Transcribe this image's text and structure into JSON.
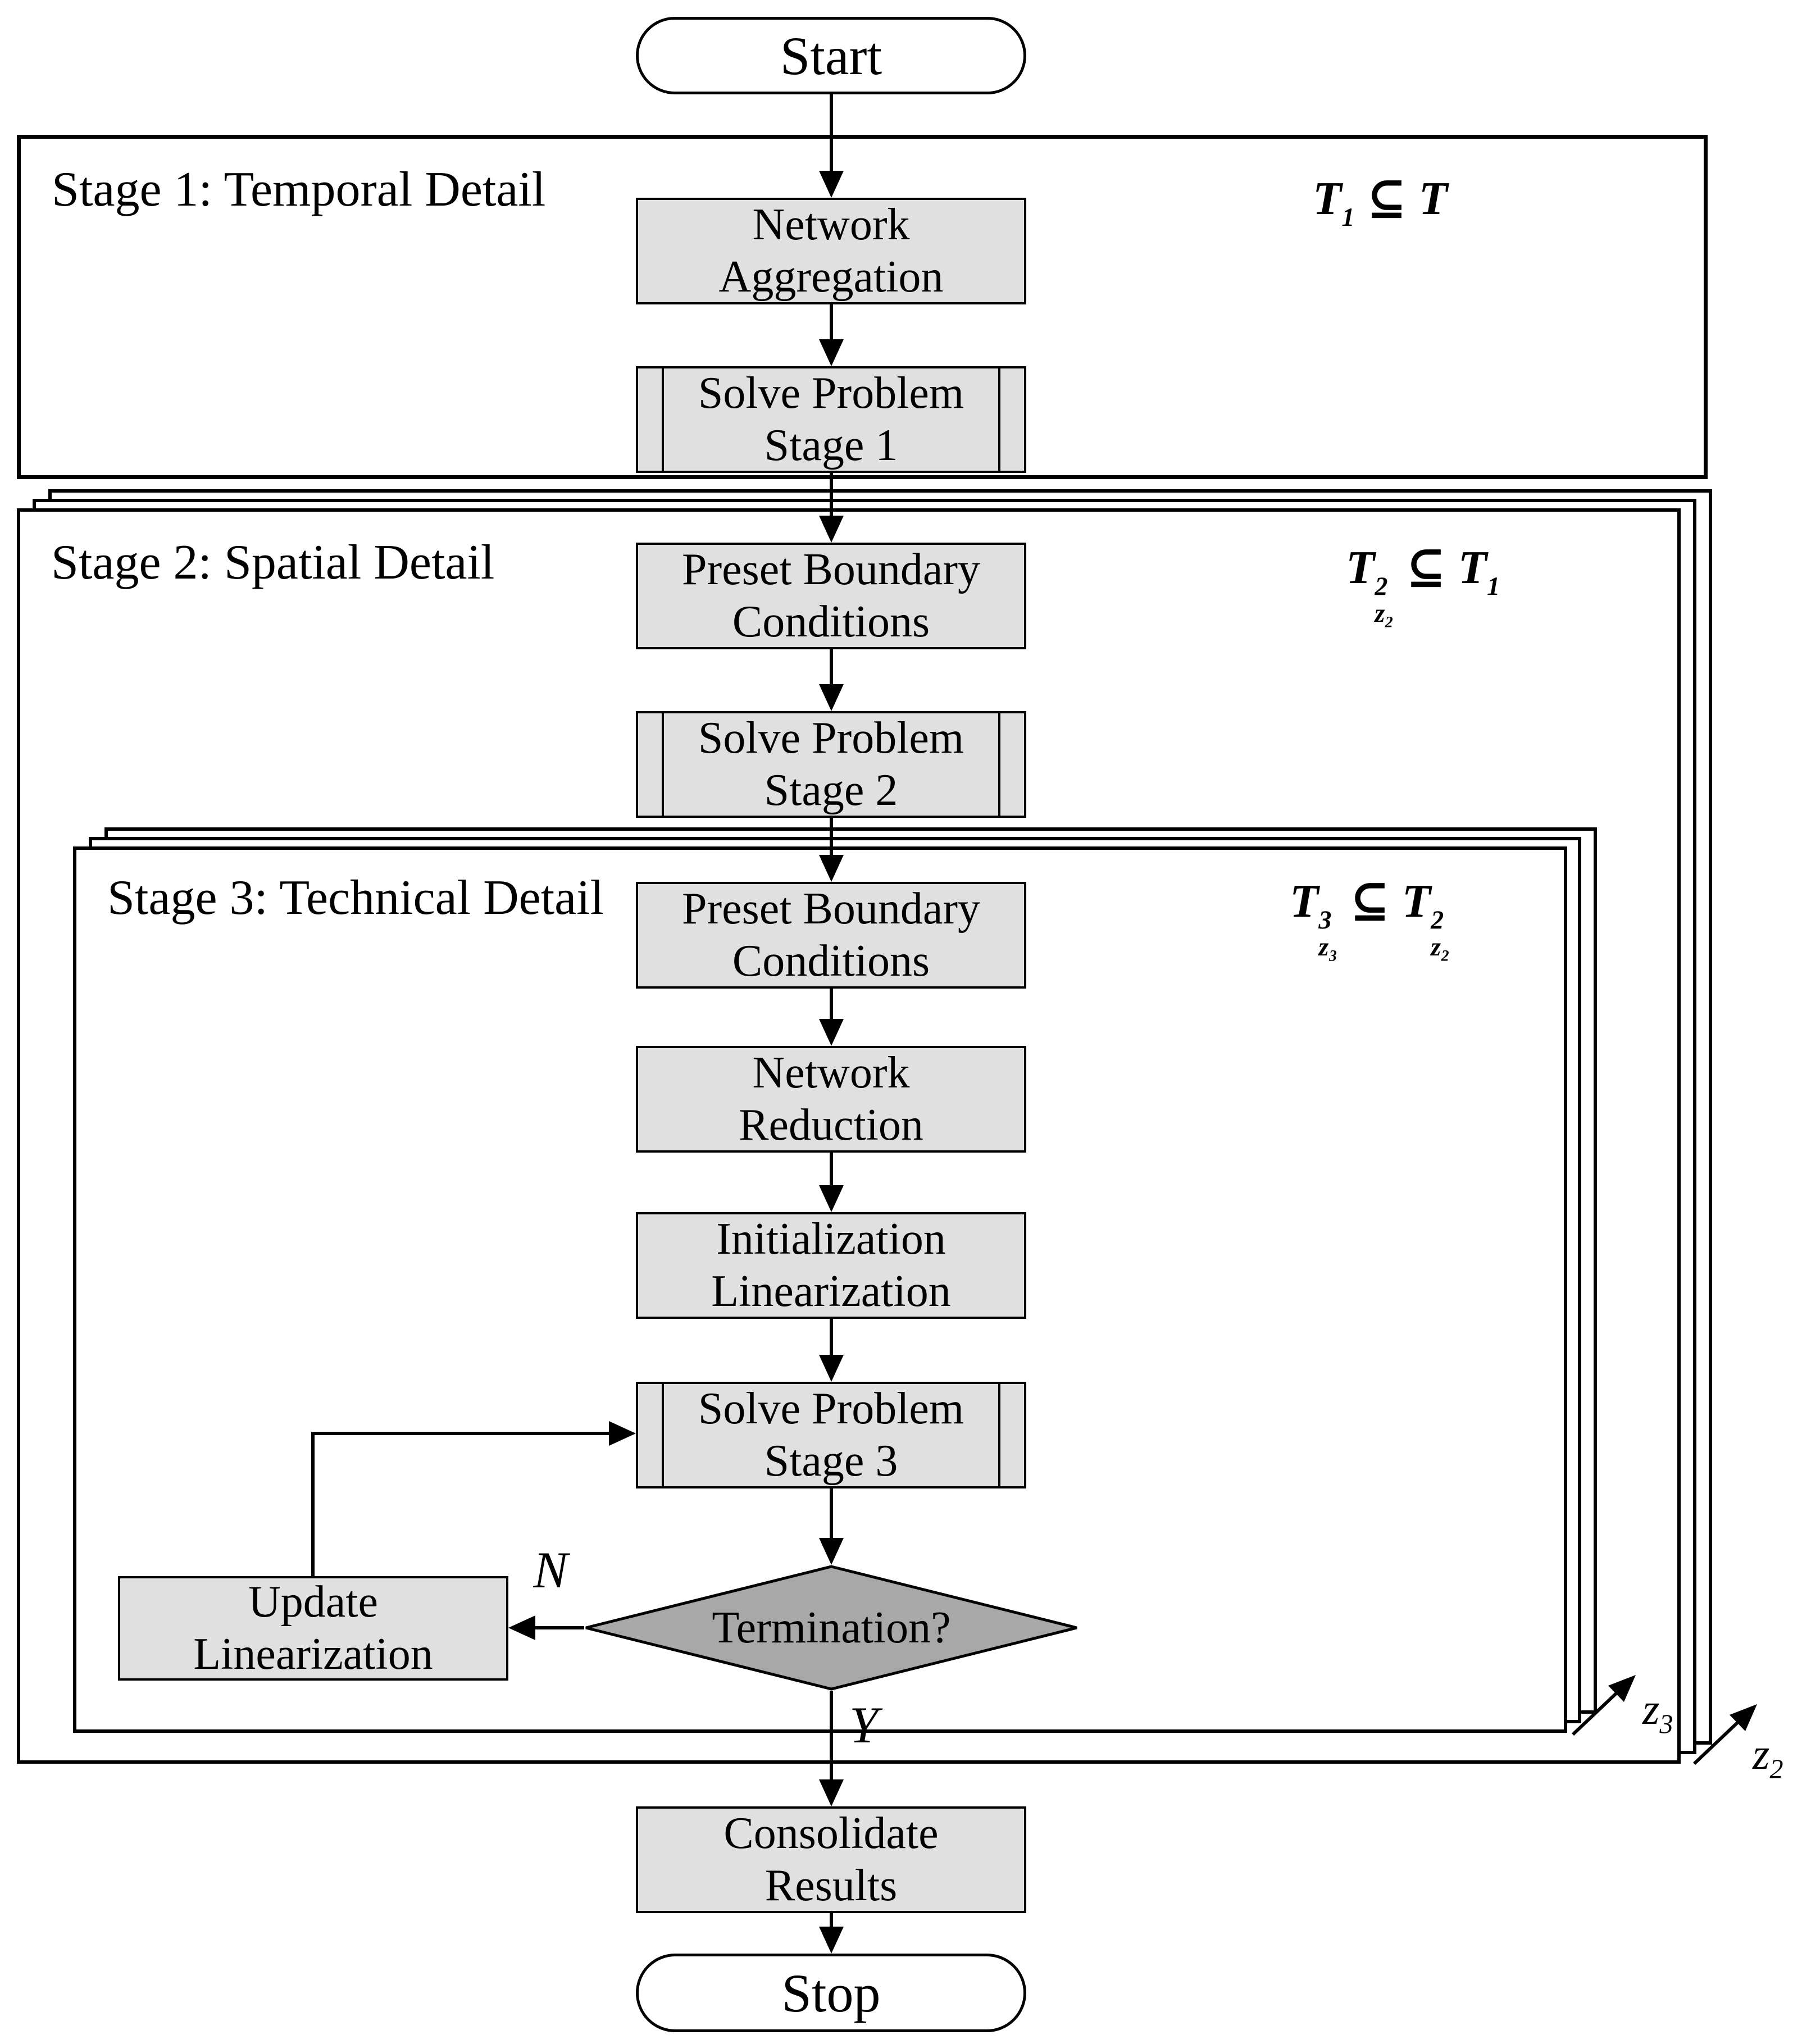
{
  "diagram": {
    "colors": {
      "process_fill": "#e0e0e0",
      "decision_fill": "#a8a8a8",
      "line_color": "#000000",
      "stage_fill": "#ffffff"
    },
    "terminals": {
      "start": "Start",
      "stop": "Stop"
    },
    "stages": [
      {
        "label": "Stage 1: Temporal Detail",
        "annotation": {
          "lhs_base": "T",
          "lhs_sup": "1",
          "lhs_sub": "",
          "op": "⊆",
          "rhs_base": "T",
          "rhs_sup": "",
          "rhs_sub": ""
        }
      },
      {
        "label": "Stage 2: Spatial Detail",
        "annotation": {
          "lhs_base": "T",
          "lhs_sup": "2",
          "lhs_sub": "z₂",
          "op": "⊆",
          "rhs_base": "T",
          "rhs_sup": "1",
          "rhs_sub": ""
        }
      },
      {
        "label": "Stage 3: Technical Detail",
        "annotation": {
          "lhs_base": "T",
          "lhs_sup": "3",
          "lhs_sub": "z₃",
          "op": "⊆",
          "rhs_base": "T",
          "rhs_sup": "2",
          "rhs_sub": "z₂"
        }
      }
    ],
    "processes": {
      "network_aggregation": {
        "line1": "Network",
        "line2": "Aggregation"
      },
      "solve_problem_1": {
        "line1": "Solve Problem",
        "line2": "Stage 1"
      },
      "preset_boundary_2": {
        "line1": "Preset Boundary",
        "line2": "Conditions"
      },
      "solve_problem_2": {
        "line1": "Solve Problem",
        "line2": "Stage 2"
      },
      "preset_boundary_3": {
        "line1": "Preset Boundary",
        "line2": "Conditions"
      },
      "network_reduction": {
        "line1": "Network",
        "line2": "Reduction"
      },
      "initialization_linearization": {
        "line1": "Initialization",
        "line2": "Linearization"
      },
      "solve_problem_3": {
        "line1": "Solve Problem",
        "line2": "Stage 3"
      },
      "update_linearization": {
        "line1": "Update",
        "line2": "Linearization"
      },
      "consolidate_results": {
        "line1": "Consolidate",
        "line2": "Results"
      }
    },
    "decision": {
      "label": "Termination?",
      "no_label": "N",
      "yes_label": "Y"
    },
    "iteration_arrows": {
      "z3": {
        "base": "z",
        "sub": "3"
      },
      "z2": {
        "base": "z",
        "sub": "2"
      }
    }
  }
}
